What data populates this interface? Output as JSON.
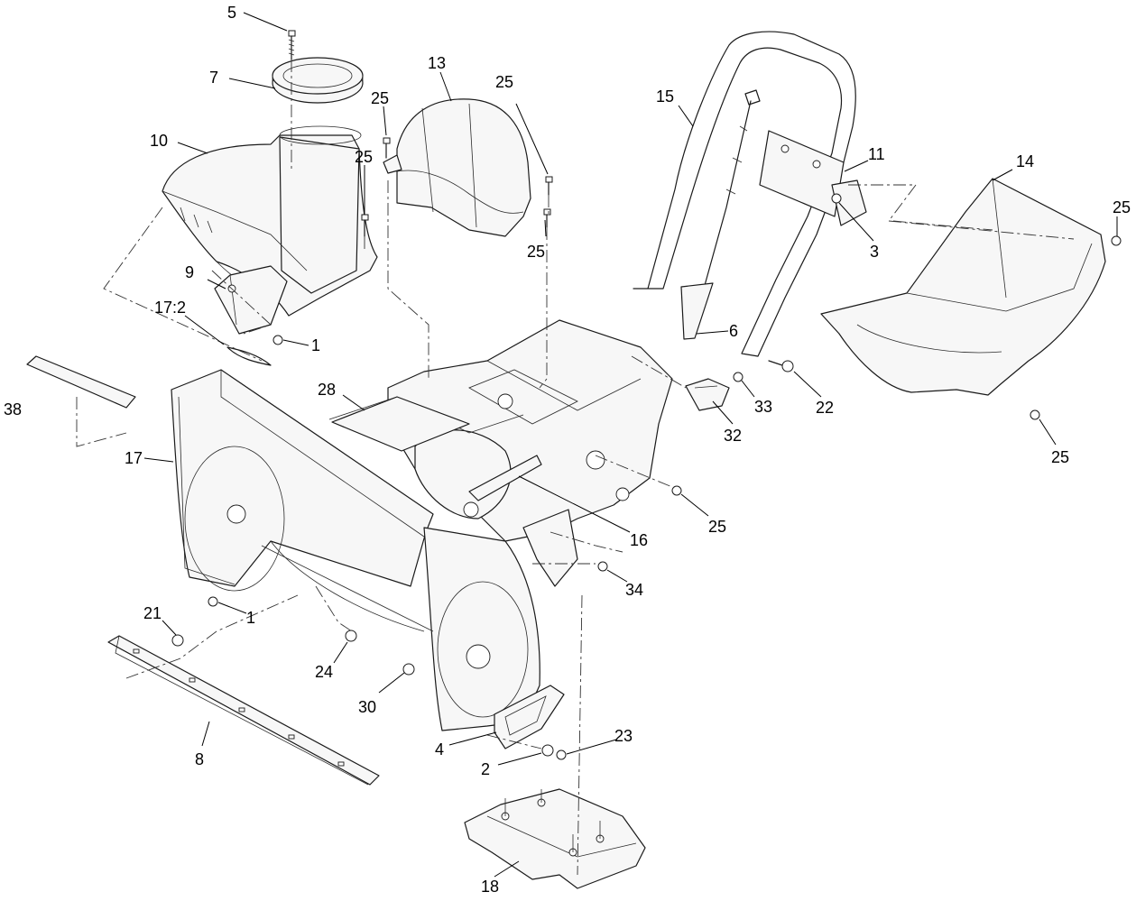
{
  "diagram": {
    "callouts": [
      {
        "id": "c5",
        "label": "5"
      },
      {
        "id": "c7",
        "label": "7"
      },
      {
        "id": "c10",
        "label": "10"
      },
      {
        "id": "c25a",
        "label": "25"
      },
      {
        "id": "c25b",
        "label": "25"
      },
      {
        "id": "c13",
        "label": "13"
      },
      {
        "id": "c25c",
        "label": "25"
      },
      {
        "id": "c25d",
        "label": "25"
      },
      {
        "id": "c9",
        "label": "9"
      },
      {
        "id": "c17-2",
        "label": "17:2"
      },
      {
        "id": "c1a",
        "label": "1"
      },
      {
        "id": "c38",
        "label": "38"
      },
      {
        "id": "c28",
        "label": "28"
      },
      {
        "id": "c17",
        "label": "17"
      },
      {
        "id": "c15",
        "label": "15"
      },
      {
        "id": "c11",
        "label": "11"
      },
      {
        "id": "c3",
        "label": "3"
      },
      {
        "id": "c6",
        "label": "6"
      },
      {
        "id": "c14",
        "label": "14"
      },
      {
        "id": "c25e",
        "label": "25"
      },
      {
        "id": "c22",
        "label": "22"
      },
      {
        "id": "c33",
        "label": "33"
      },
      {
        "id": "c32",
        "label": "32"
      },
      {
        "id": "c25f",
        "label": "25"
      },
      {
        "id": "c25g",
        "label": "25"
      },
      {
        "id": "c16",
        "label": "16"
      },
      {
        "id": "c34",
        "label": "34"
      },
      {
        "id": "c1b",
        "label": "1"
      },
      {
        "id": "c21",
        "label": "21"
      },
      {
        "id": "c24",
        "label": "24"
      },
      {
        "id": "c30",
        "label": "30"
      },
      {
        "id": "c8",
        "label": "8"
      },
      {
        "id": "c4",
        "label": "4"
      },
      {
        "id": "c23",
        "label": "23"
      },
      {
        "id": "c2",
        "label": "2"
      },
      {
        "id": "c18",
        "label": "18"
      }
    ]
  }
}
